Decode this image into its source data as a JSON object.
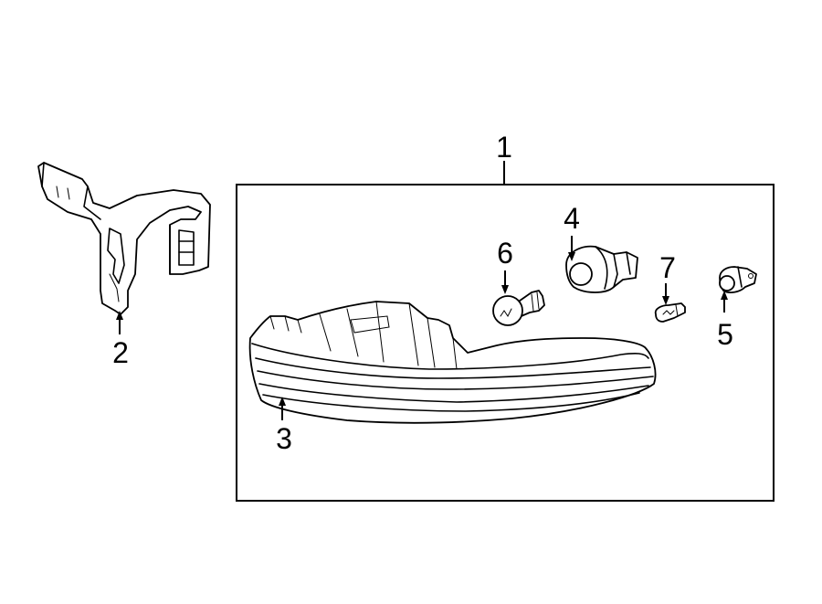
{
  "diagram": {
    "callouts": {
      "c1": "1",
      "c2": "2",
      "c3": "3",
      "c4": "4",
      "c5": "5",
      "c6": "6",
      "c7": "7"
    },
    "parts": [
      {
        "ref": "1",
        "name": "lamp-assembly"
      },
      {
        "ref": "2",
        "name": "bracket"
      },
      {
        "ref": "3",
        "name": "lens-housing"
      },
      {
        "ref": "4",
        "name": "bulb-socket"
      },
      {
        "ref": "5",
        "name": "small-socket"
      },
      {
        "ref": "6",
        "name": "bulb"
      },
      {
        "ref": "7",
        "name": "wedge-bulb"
      }
    ]
  }
}
